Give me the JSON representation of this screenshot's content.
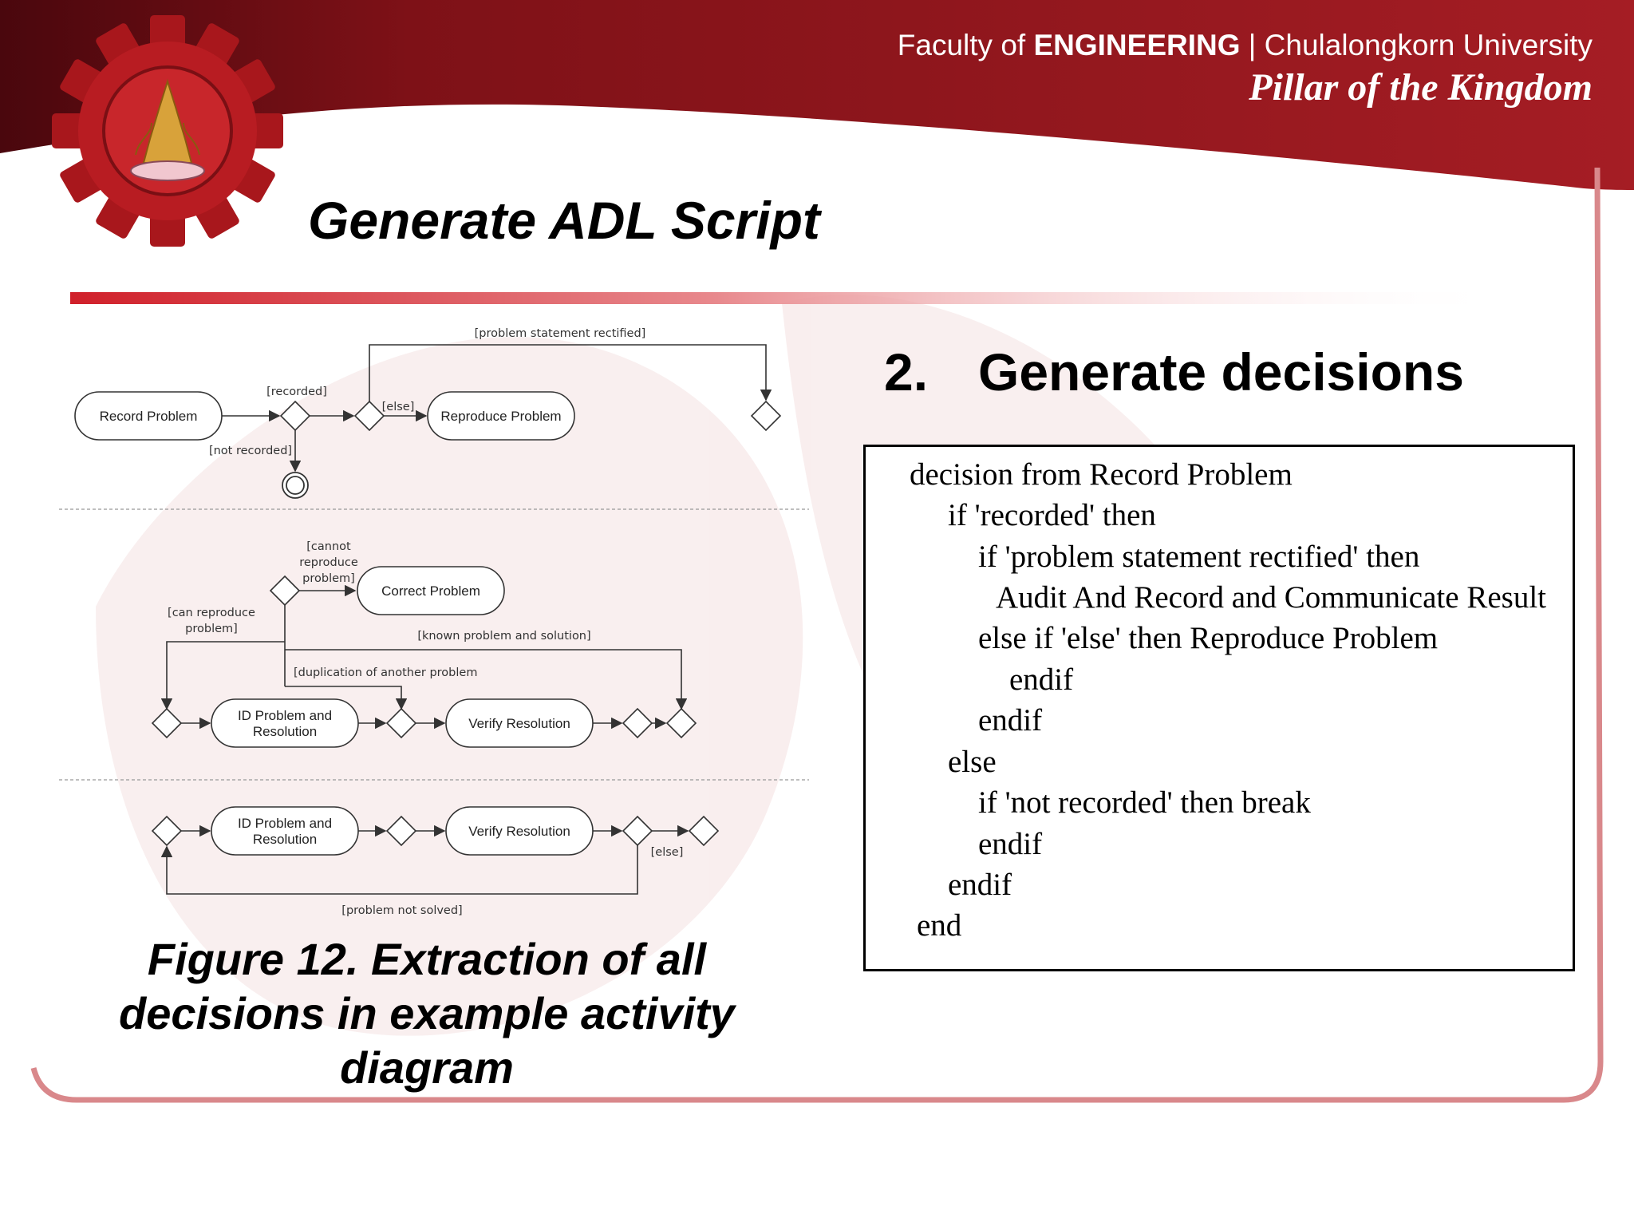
{
  "header": {
    "faculty_prefix": "Faculty of ",
    "faculty_bold": "ENGINEERING",
    "university": " | Chulalongkorn University",
    "motto": "Pillar of the Kingdom"
  },
  "colors": {
    "brand_red": "#9c1a1e",
    "dark_red": "#5e0c12",
    "accent_gold": "#d8a23a"
  },
  "slide": {
    "title": "Generate ADL Script",
    "section_number": "2.",
    "section_title": "Generate decisions"
  },
  "diagram": {
    "nodes": {
      "record_problem": "Record Problem",
      "reproduce_problem": "Reproduce Problem",
      "correct_problem": "Correct Problem",
      "id_problem_line1": "ID Problem and",
      "id_problem_line2": "Resolution",
      "verify_resolution": "Verify Resolution"
    },
    "guards": {
      "problem_statement_rectified": "[problem statement rectified]",
      "recorded": "[recorded]",
      "else": "[else]",
      "not_recorded": "[not recorded]",
      "cannot_line1": "[cannot",
      "cannot_line2": "reproduce",
      "cannot_line3": "problem]",
      "can_line1": "[can reproduce",
      "can_line2": "problem]",
      "known_problem": "[known problem and solution]",
      "duplication": "[duplication of another problem",
      "problem_not_solved": "[problem not solved]"
    }
  },
  "code": {
    "lines": [
      "decision from Record Problem",
      "if 'recorded' then",
      "if 'problem statement rectified' then",
      "Audit And Record and Communicate Result",
      "else if 'else' then Reproduce Problem",
      "endif",
      "endif",
      "else",
      "if 'not recorded' then break",
      "endif",
      "endif",
      "end"
    ]
  },
  "caption": {
    "line1": "Figure 12. Extraction of all",
    "line2": "decisions in example activity",
    "line3": "diagram"
  }
}
